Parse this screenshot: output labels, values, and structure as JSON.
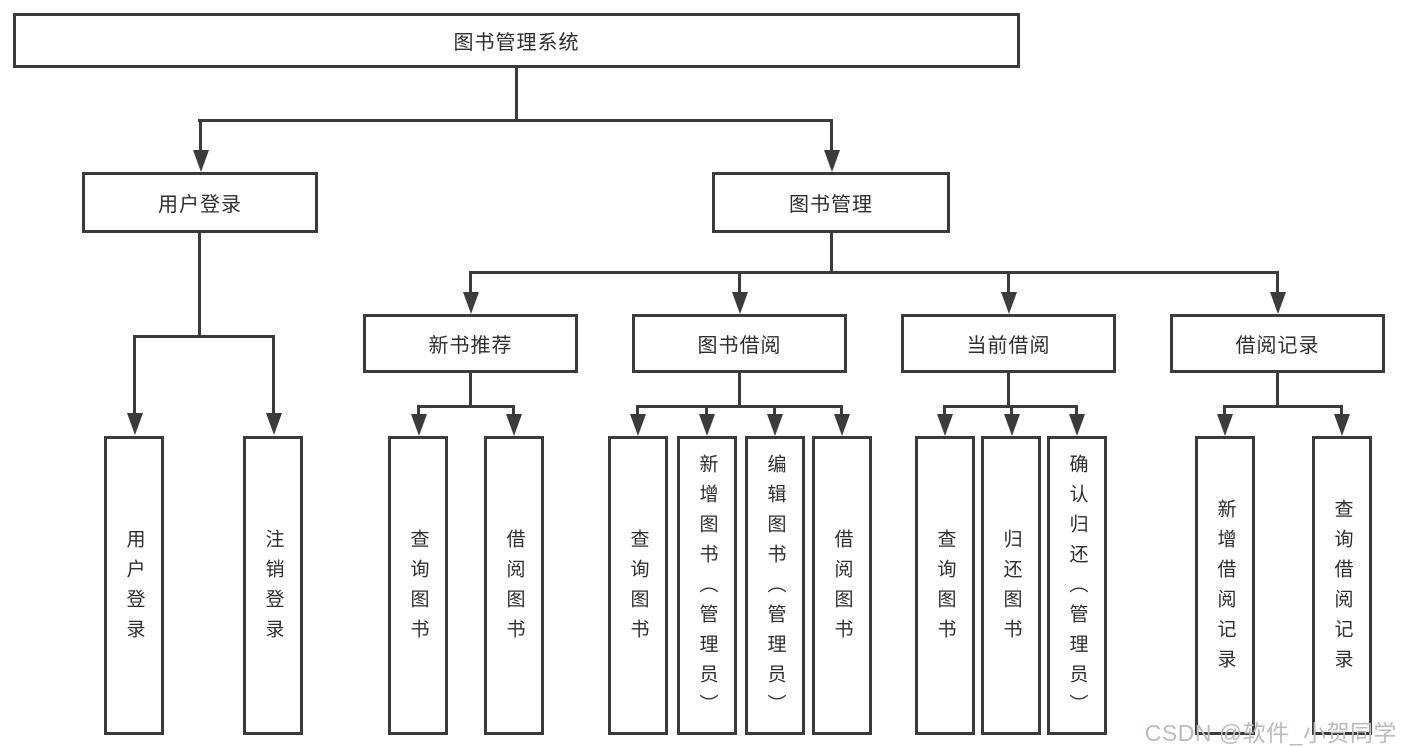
{
  "tree": {
    "label": "图书管理系统",
    "children": [
      {
        "label": "用户登录",
        "children": [
          {
            "label": "用户登录"
          },
          {
            "label": "注销登录"
          }
        ]
      },
      {
        "label": "图书管理",
        "children": [
          {
            "label": "新书推荐",
            "children": [
              {
                "label": "查询图书"
              },
              {
                "label": "借阅图书"
              }
            ]
          },
          {
            "label": "图书借阅",
            "children": [
              {
                "label": "查询图书"
              },
              {
                "label": "新增图书（管理员）"
              },
              {
                "label": "编辑图书（管理员）"
              },
              {
                "label": "借阅图书"
              }
            ]
          },
          {
            "label": "当前借阅",
            "children": [
              {
                "label": "查询图书"
              },
              {
                "label": "归还图书"
              },
              {
                "label": "确认归还（管理员）"
              }
            ]
          },
          {
            "label": "借阅记录",
            "children": [
              {
                "label": "新增借阅记录"
              },
              {
                "label": "查询借阅记录"
              }
            ]
          }
        ]
      }
    ]
  },
  "watermark": {
    "text": "CSDN @软件_小贺同学"
  },
  "colors": {
    "line": "#3b3b3b",
    "box_border": "#3b3b3b",
    "text": "#2e2e2e",
    "watermark": "#c3b9b9",
    "background": "#ffffff"
  }
}
